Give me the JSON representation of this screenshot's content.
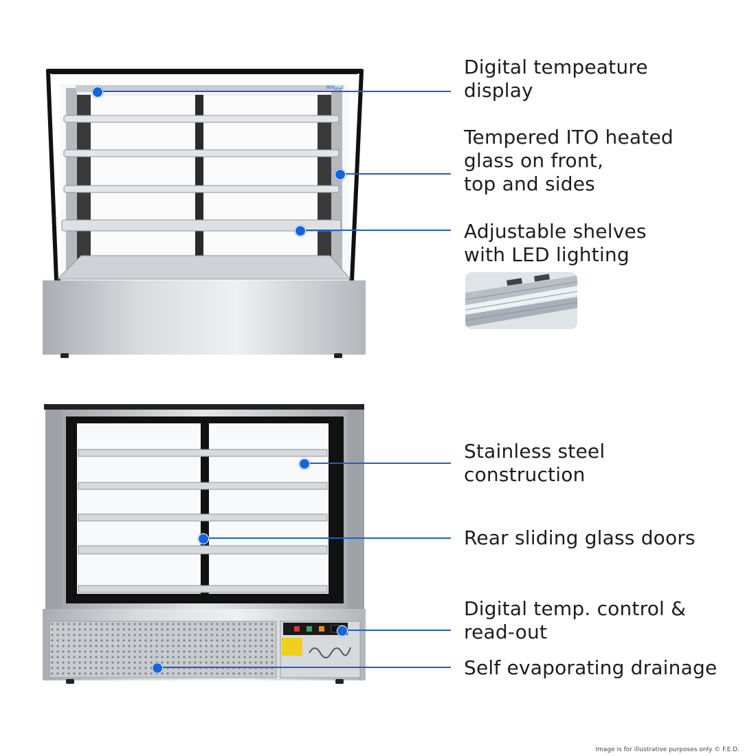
{
  "callouts": [
    {
      "lines": [
        "Digital tempeature",
        "display"
      ]
    },
    {
      "lines": [
        "Tempered ITO heated",
        "glass on front,",
        "top and sides"
      ]
    },
    {
      "lines": [
        "Adjustable shelves",
        "with LED lighting"
      ]
    },
    {
      "lines": [
        "Stainless steel",
        "construction"
      ]
    },
    {
      "lines": [
        "Rear sliding glass doors"
      ]
    },
    {
      "lines": [
        "Digital temp. control &",
        "read-out"
      ]
    },
    {
      "lines": [
        "Self evaporating drainage"
      ]
    }
  ],
  "brand_mark": "BONVUE",
  "footnote": "Image is for illustrative purposes only  © F.E.D.",
  "colors": {
    "accent": "#1565d8",
    "steel": "#b9bcc0",
    "frame": "#111111"
  }
}
